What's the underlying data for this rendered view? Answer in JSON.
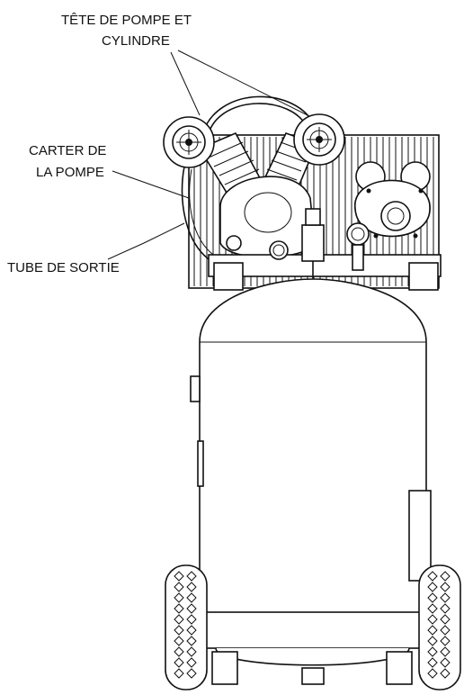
{
  "labels": {
    "pump_head_line1": "TÊTE DE POMPE ET",
    "pump_head_line2": "CYLINDRE",
    "crankcase_line1": "CARTER DE",
    "crankcase_line2": "LA POMPE",
    "outlet_tube": "TUBE DE SORTIE"
  },
  "colors": {
    "ink": "#111111",
    "background": "#ffffff"
  }
}
